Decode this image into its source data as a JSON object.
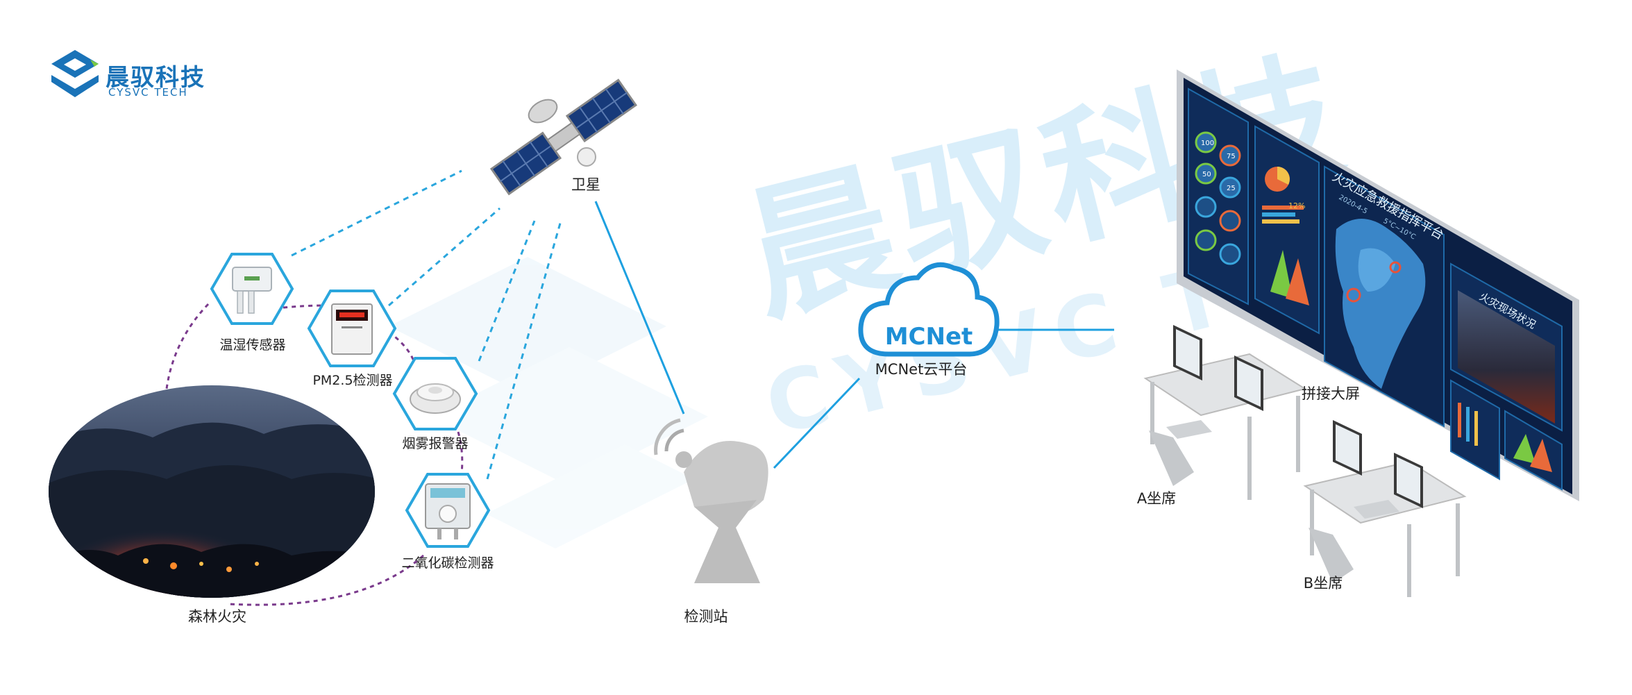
{
  "brand": {
    "name_cn": "晨驭科技",
    "name_en": "CYSVC TECH"
  },
  "watermark": {
    "cn": "晨驭科技",
    "en": "CYSVC TECH"
  },
  "nodes": {
    "satellite": "卫星",
    "temp_humidity_sensor": "温湿传感器",
    "pm25_detector": "PM2.5检测器",
    "smoke_alarm": "烟雾报警器",
    "co2_detector": "二氧化碳检测器",
    "forest_fire": "森林火灾",
    "monitoring_station": "检测站",
    "cloud_logo": "MCNet",
    "cloud_platform": "MCNet云平台",
    "video_wall": "拼接大屏",
    "seat_a": "A坐席",
    "seat_b": "B坐席"
  },
  "screen": {
    "title": "火灾应急救援指挥平台",
    "date": "2020-4-5",
    "temp": "5°C~10°C",
    "live_panel": "火灾现场状况",
    "gauges": [
      "100",
      "75",
      "50",
      "25"
    ],
    "percent": "12%"
  },
  "colors": {
    "brand_blue": "#1a73b8",
    "line_blue": "#1ea0e0",
    "dashed_blue": "#2aa6dd",
    "dotted_purple": "#7a3a8c",
    "hex_border": "#2aa6dd",
    "screen_bg": "#0b1f44"
  }
}
